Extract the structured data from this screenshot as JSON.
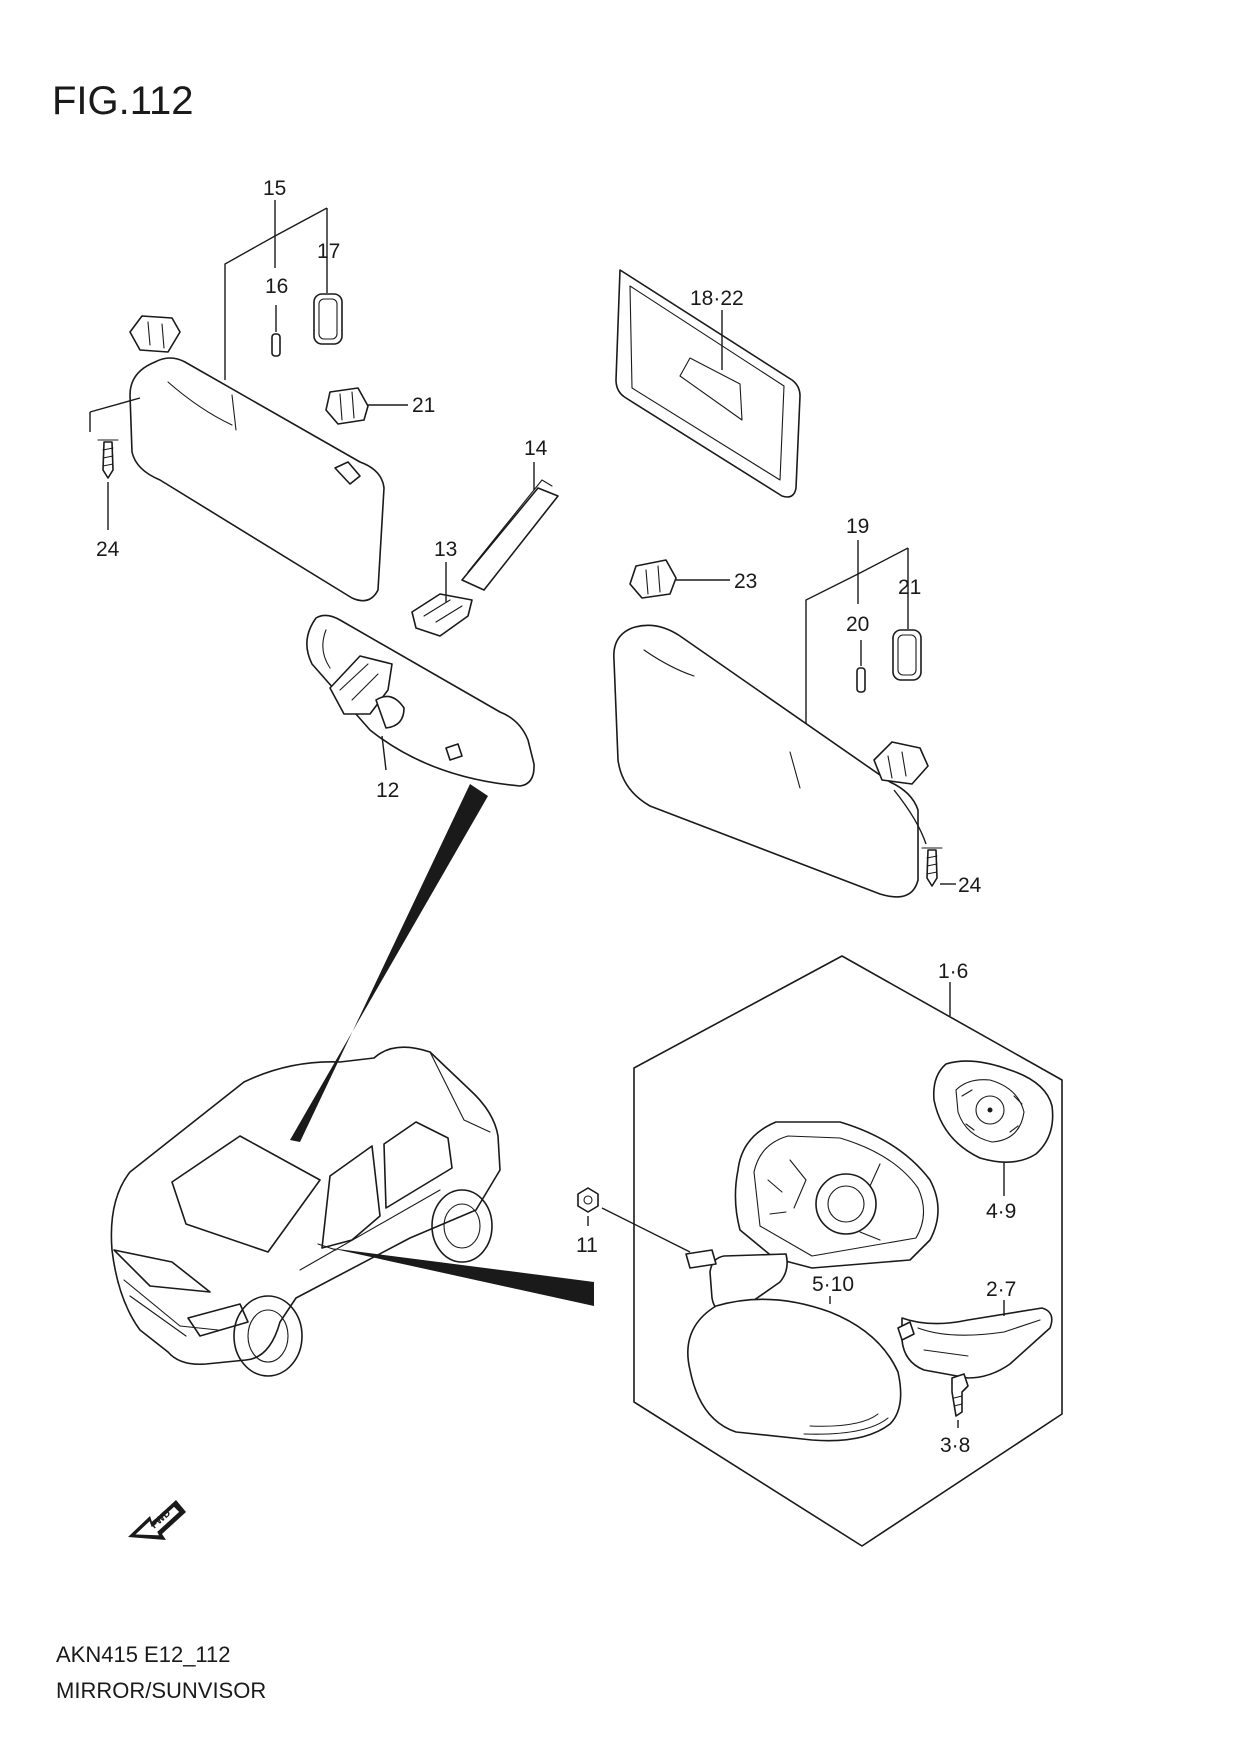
{
  "figure": {
    "title": "FIG.112"
  },
  "callouts": {
    "c15": "15",
    "c16": "16",
    "c17": "17",
    "c21a": "21",
    "c24a": "24",
    "c14": "14",
    "c13": "13",
    "c12": "12",
    "c18_22": "18·22",
    "c19": "19",
    "c20": "20",
    "c21b": "21",
    "c23": "23",
    "c24b": "24",
    "c1_6": "1·6",
    "c4_9": "4·9",
    "c11": "11",
    "c5_10": "5·10",
    "c2_7": "2·7",
    "c3_8": "3·8"
  },
  "fwd_label": "FWD",
  "footer": {
    "code": "AKN415 E12_112",
    "name": "MIRROR/SUNVISOR"
  }
}
